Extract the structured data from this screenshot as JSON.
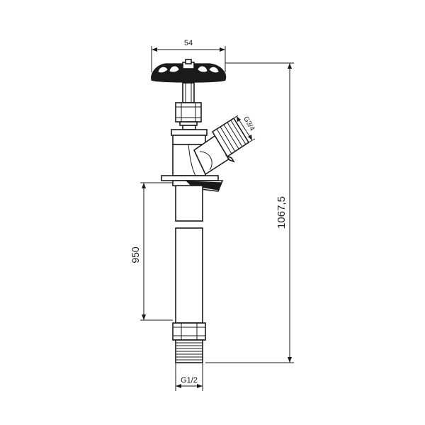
{
  "dimensions": {
    "handle_width": "54",
    "total_height": "1067,5",
    "pipe_length": "950",
    "outlet_thread": "G3/4",
    "inlet_thread": "G1/2"
  },
  "colors": {
    "line": "#1a1a1a",
    "background": "#ffffff"
  }
}
